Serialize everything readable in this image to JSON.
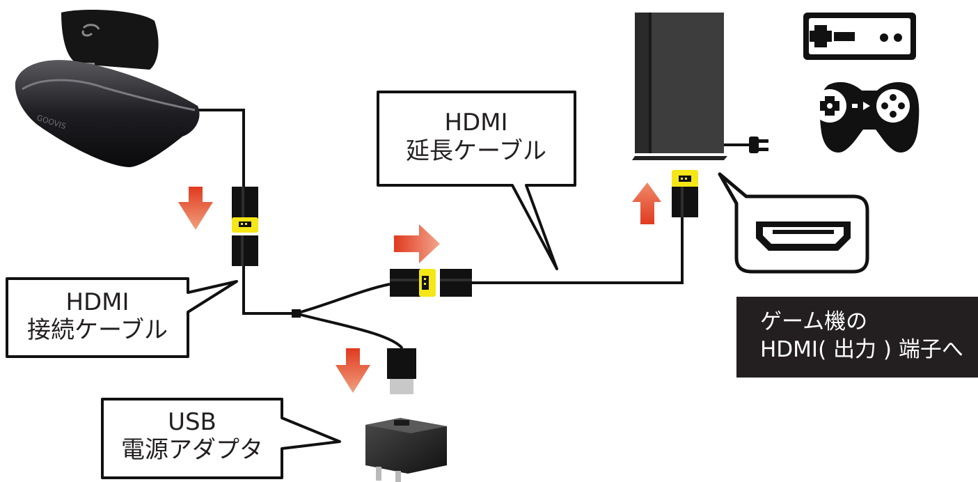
{
  "callouts": {
    "extension_cable": {
      "line1": "HDMI",
      "line2": "延長ケーブル"
    },
    "connection_cable": {
      "line1": "HDMI",
      "line2": "接続ケーブル"
    },
    "usb_adapter": {
      "line1": "USB",
      "line2": "電源アダプタ"
    }
  },
  "note": {
    "line1": "ゲーム機の",
    "line2": "HDMI( 出力 ) 端子へ"
  },
  "headset": {
    "brand": "GOOVIS"
  },
  "colors": {
    "arrow": "#e5482a",
    "connector_tip": "#f5e617",
    "cable": "#111111",
    "note_bg": "#231f20"
  },
  "icons": [
    "vr-headset-icon",
    "game-console-icon",
    "retro-controller-icon",
    "gamepad-icon",
    "hdmi-port-icon",
    "usb-power-adapter-icon",
    "power-plug-icon"
  ]
}
